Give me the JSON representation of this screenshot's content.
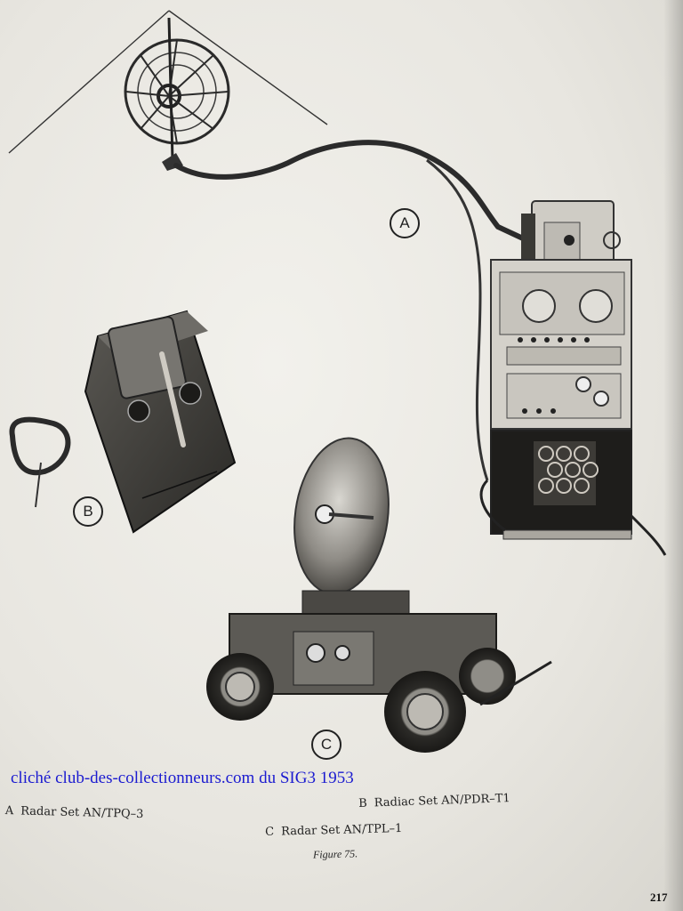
{
  "watermark": "cliché club-des-collectionneurs.com du SIG3 1953",
  "callouts": {
    "a": "A",
    "b": "B",
    "c": "C"
  },
  "captions": [
    {
      "letter": "A",
      "text": "Radar Set AN/TPQ–3"
    },
    {
      "letter": "B",
      "text": "Radiac Set AN/PDR–T1"
    },
    {
      "letter": "C",
      "text": "Radar Set AN/TPL–1"
    }
  ],
  "figure_title": "Figure 75.",
  "page_number": "217",
  "colors": {
    "watermark": "#1b1bd0",
    "ink": "#222222",
    "paper": "#ecebe6"
  }
}
